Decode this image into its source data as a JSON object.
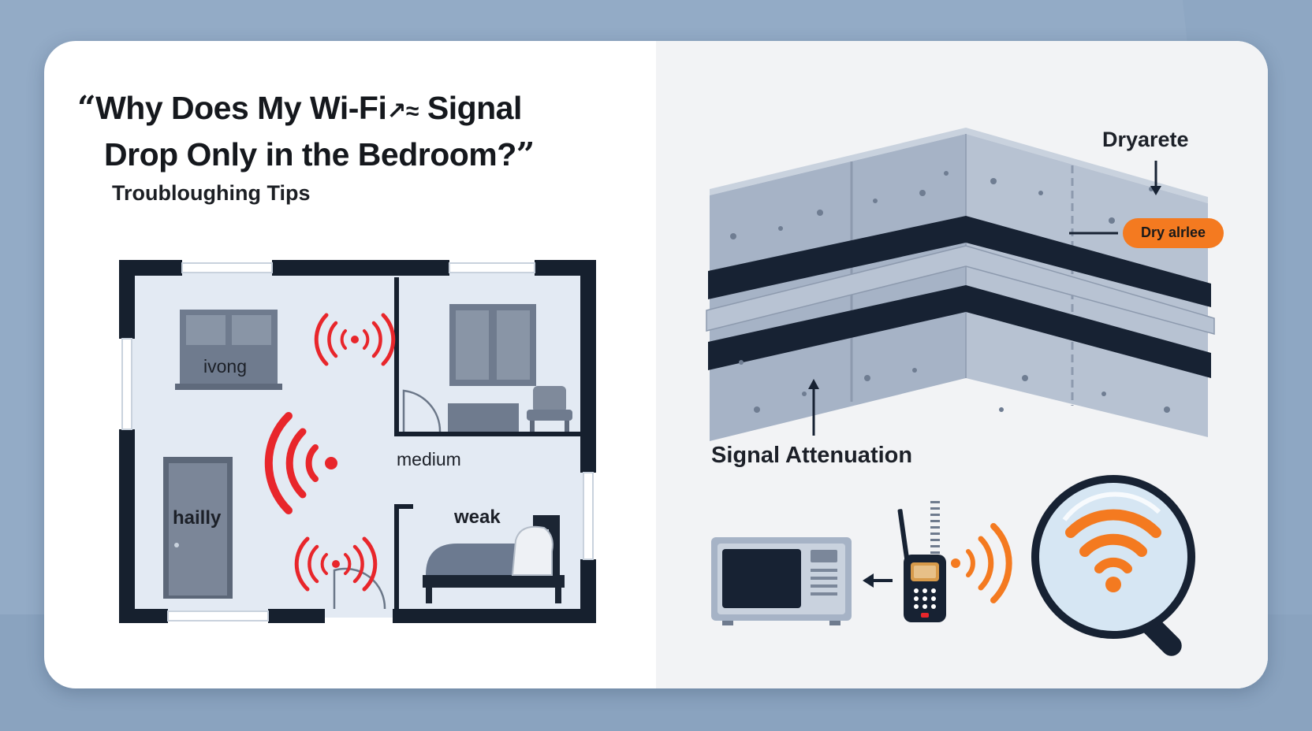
{
  "title": {
    "open_quote": "“",
    "line1": "Why Does My Wi-Fi",
    "glyph": "↗≈",
    "line1_end": " Signal",
    "line2": "Drop Only in the Bedroom?",
    "close_quote": "”"
  },
  "subtitle": "Troubloughing Tips",
  "floorplan": {
    "rooms": {
      "room1": "ivong",
      "room2": "medium",
      "room3": "hailly",
      "room4": "weak"
    }
  },
  "wall": {
    "label_top": "Dryarete",
    "badge": "Dry alrlee",
    "label_bottom": "Signal Attenuation"
  },
  "colors": {
    "background": "#93abc6",
    "signal_red": "#e8262b",
    "signal_orange": "#f47a20",
    "wall_dark": "#172233",
    "concrete": "#a6b3c6"
  },
  "icons": [
    "microwave-icon",
    "cordless-phone-icon",
    "magnifier-wifi-icon",
    "router-signal-icon"
  ]
}
